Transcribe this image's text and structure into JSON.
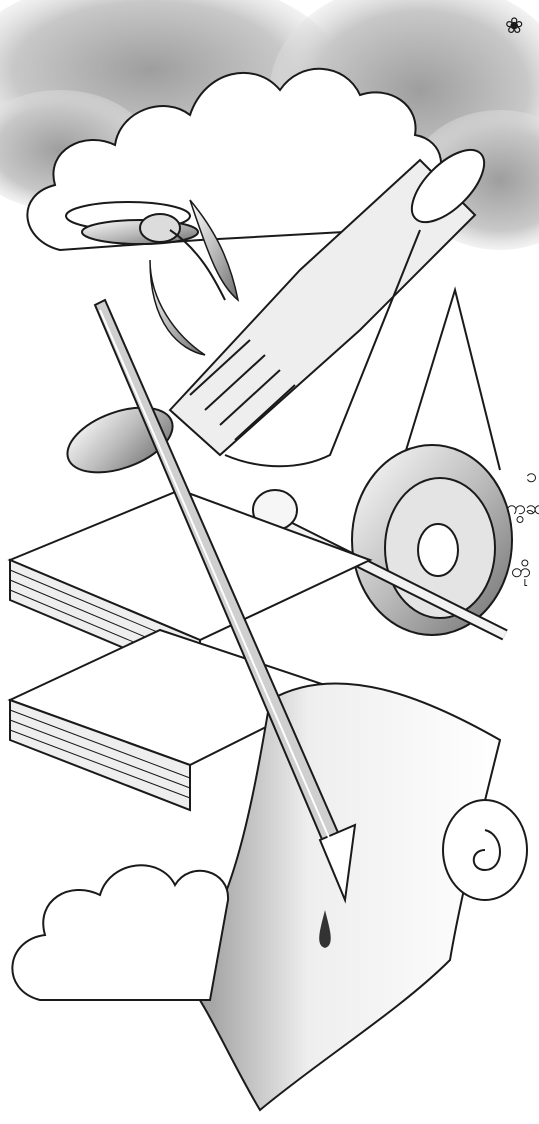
{
  "text_fragments": {
    "flower_bullet": "❀",
    "fragment_1": "၁",
    "fragment_2": "ကွဆ",
    "fragment_3": "တို"
  },
  "colors": {
    "ink": "#1a1a1a",
    "paper": "#ffffff",
    "shade": "#bdbdbd"
  }
}
